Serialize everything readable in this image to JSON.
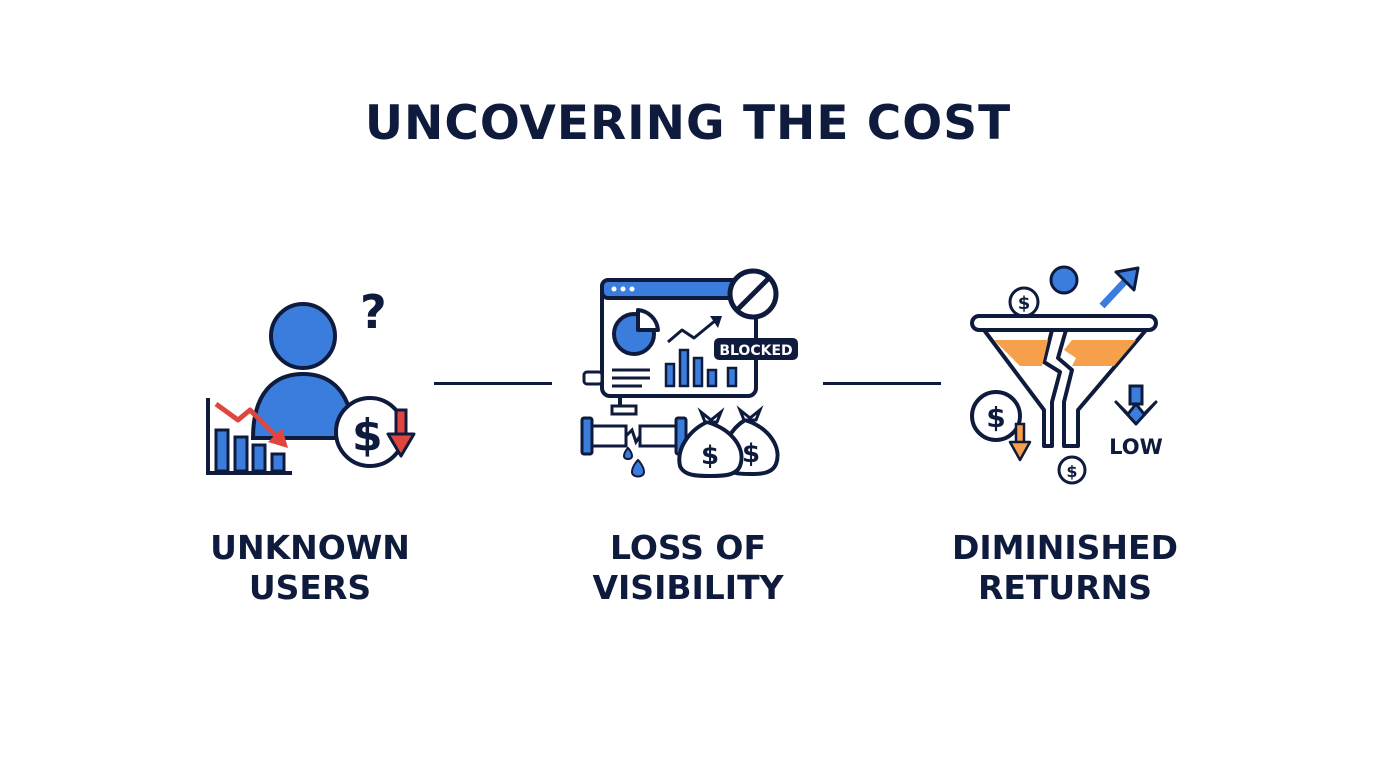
{
  "title": "UNCOVERING THE COST",
  "colors": {
    "navy": "#0f1b3d",
    "blue": "#3b7ddd",
    "orange": "#f7a04b",
    "red": "#e0463e"
  },
  "steps": [
    {
      "label_line1": "UNKNOWN",
      "label_line2": "USERS",
      "icon": "unknown-user-icon",
      "glyphs": {
        "question": "?",
        "dollar": "$"
      }
    },
    {
      "label_line1": "LOSS OF",
      "label_line2": "VISIBILITY",
      "icon": "blocked-dashboard-icon",
      "glyphs": {
        "badge": "BLOCKED",
        "dollar_a": "$",
        "dollar_b": "$"
      }
    },
    {
      "label_line1": "DIMINISHED",
      "label_line2": "RETURNS",
      "icon": "broken-funnel-icon",
      "glyphs": {
        "dollar_top": "$",
        "dollar_left": "$",
        "dollar_bottom": "$",
        "low": "LOW"
      }
    }
  ]
}
